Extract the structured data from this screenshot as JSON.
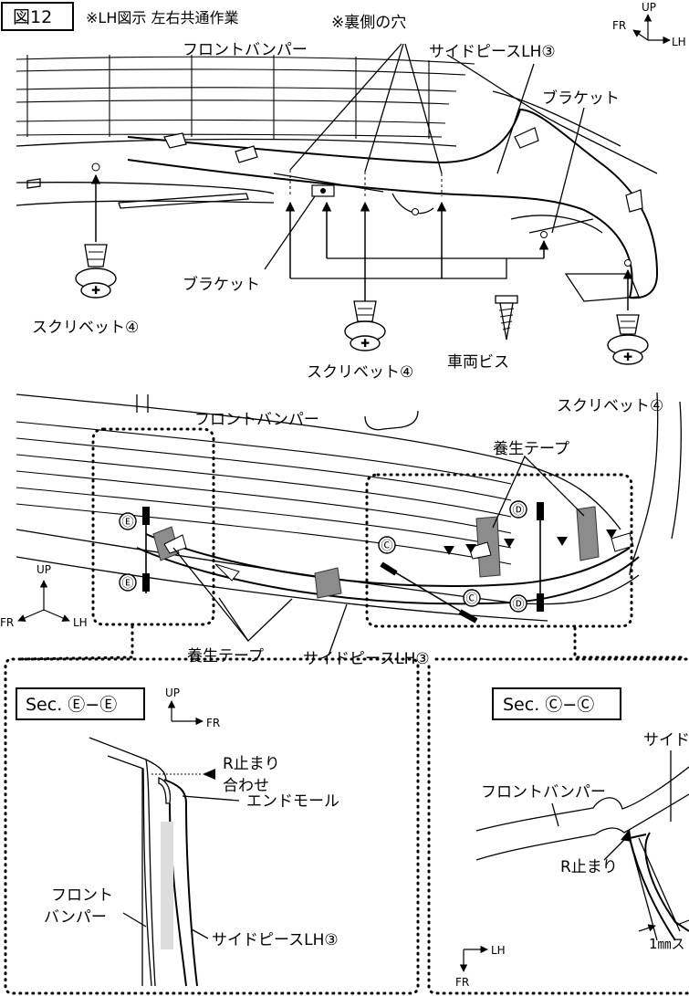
{
  "figure": {
    "number": "図12",
    "note": "※LH図示 左右共通作業"
  },
  "top_view": {
    "front_bumper": "フロントバンパー",
    "back_side_hole": "※裏側の穴",
    "side_piece": "サイドピースLH③",
    "bracket_right": "ブラケット",
    "bracket_center": "ブラケット",
    "rivet_left": "スクリベット④",
    "rivet_center": "スクリベット④",
    "rivet_right": "スクリベット④",
    "vehicle_screw": "車両ビス",
    "axis": {
      "up": "UP",
      "fr": "FR",
      "lh": "LH"
    }
  },
  "mid_view": {
    "front_bumper": "フロントバンパー",
    "curing_tape_top": "養生テープ",
    "curing_tape_bottom": "養生テープ",
    "side_piece": "サイドピースLH③",
    "mark_e": "Ⓔ",
    "mark_c": "Ⓒ",
    "mark_d": "Ⓓ",
    "axis": {
      "up": "UP",
      "fr": "FR",
      "lh": "LH"
    }
  },
  "section_e": {
    "title": "Sec. Ⓔ−Ⓔ",
    "r_stop_align_1": "R止まり",
    "r_stop_align_2": "合わせ",
    "end_mold": "エンドモール",
    "front_bumper_1": "フロント",
    "front_bumper_2": "バンパー",
    "side_piece": "サイドピースLH③",
    "axis": {
      "up": "UP",
      "fr": "FR"
    }
  },
  "section_c": {
    "title": "Sec. Ⓒ−Ⓒ",
    "front_bumper": "フロントバンパー",
    "side_label": "サイド",
    "r_stop": "R止まり",
    "gap": "1㎜ス",
    "axis": {
      "lh": "LH",
      "fr": "FR"
    }
  }
}
